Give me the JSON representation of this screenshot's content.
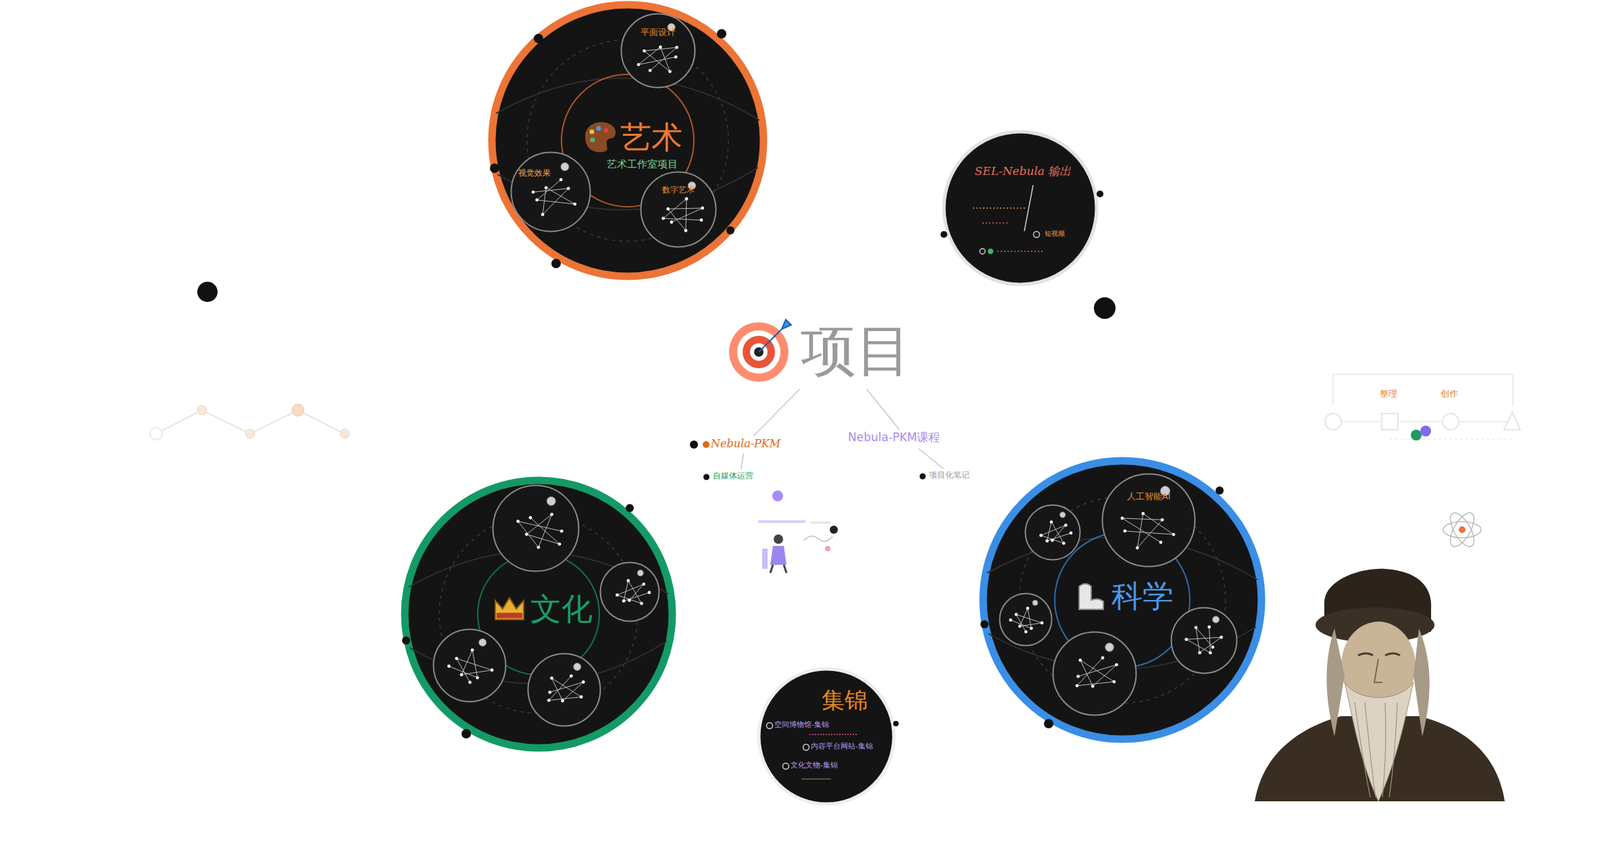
{
  "diagram": {
    "title": "项目",
    "nodes": [
      {
        "text": [
          "项目"
        ]
      },
      {
        "text": [
          "艺术",
          "艺术工作室项目"
        ]
      },
      {
        "text": [
          "平面设计"
        ],
        "in": 1
      },
      {
        "text": [
          "视觉效果"
        ],
        "in": 1
      },
      {
        "text": [
          "数字艺术"
        ],
        "in": 1
      },
      {
        "text": [
          "SEL-Nebula 输出",
          "短视频"
        ]
      },
      {
        "text": [
          "Nebula-PKM"
        ]
      },
      {
        "text": [
          "自媒体运营"
        ]
      },
      {
        "text": [
          "Nebula-PKM课程"
        ]
      },
      {
        "text": [
          "项目化笔记"
        ]
      },
      {
        "text": [
          "文化"
        ]
      },
      {
        "text": [
          "科学"
        ]
      },
      {
        "text": [
          "人工智能AI"
        ],
        "in": 11
      },
      {
        "text": [
          "集锦",
          "空间博物馆-集锦",
          "内容平台网站-集锦",
          "文化文物-集锦"
        ]
      }
    ],
    "edges": [
      {
        "from": 0,
        "to": 6,
        "arrow": "none"
      },
      {
        "from": 0,
        "to": 8,
        "arrow": "none"
      },
      {
        "from": 6,
        "to": 7,
        "arrow": "none"
      },
      {
        "from": 8,
        "to": 9,
        "arrow": "none"
      }
    ],
    "labels": [
      "整理",
      "创作"
    ]
  }
}
